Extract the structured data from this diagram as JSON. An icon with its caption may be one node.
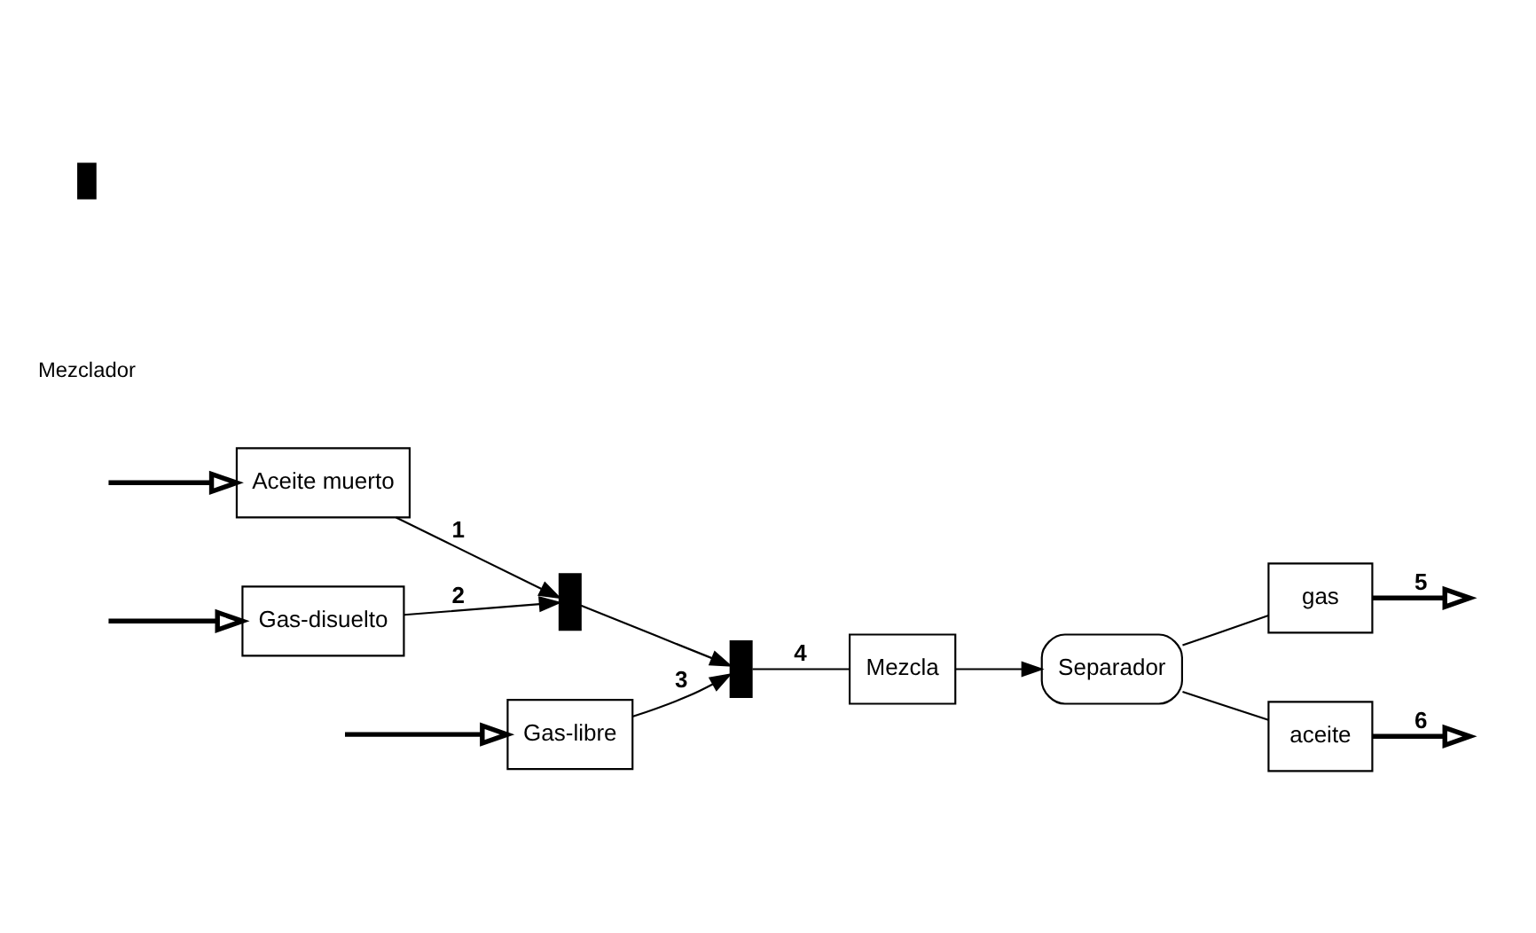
{
  "diagram": {
    "nodes": [
      {
        "text": [
          "Gas-libre"
        ]
      },
      {
        "text": [
          "Aceite muerto"
        ]
      },
      {
        "text": [
          "Gas-disuelto"
        ]
      },
      {
        "text": [],
        "shape": "bar"
      },
      {
        "text": [],
        "shape": "bar"
      },
      {
        "text": [
          "Mezcla"
        ]
      },
      {
        "text": [
          "Separador"
        ]
      },
      {
        "text": [
          "gas"
        ]
      },
      {
        "text": [
          "aceite"
        ]
      }
    ],
    "edges": [
      {
        "from": null,
        "to": 0,
        "arrow": "to",
        "style": "thick"
      },
      {
        "from": null,
        "to": 1,
        "arrow": "to",
        "style": "thick"
      },
      {
        "from": null,
        "to": 2,
        "arrow": "to",
        "style": "thick"
      },
      {
        "from": 1,
        "to": 3,
        "arrow": "to",
        "label": "1"
      },
      {
        "from": 2,
        "to": 3,
        "arrow": "to",
        "label": "2"
      },
      {
        "from": 3,
        "to": 4,
        "arrow": "to"
      },
      {
        "from": 0,
        "to": 4,
        "arrow": "to",
        "label": "3"
      },
      {
        "from": 4,
        "to": 5,
        "arrow": "none",
        "label": "4"
      },
      {
        "from": 5,
        "to": 6,
        "arrow": "to"
      },
      {
        "from": 6,
        "to": 7,
        "arrow": "none"
      },
      {
        "from": 6,
        "to": 8,
        "arrow": "none"
      },
      {
        "from": 7,
        "to": null,
        "arrow": "to",
        "style": "thick",
        "label": "5"
      },
      {
        "from": 8,
        "to": null,
        "arrow": "to",
        "style": "thick",
        "label": "6"
      }
    ],
    "legend": [
      {
        "text": "Mezclador",
        "color": "#000000"
      }
    ]
  }
}
